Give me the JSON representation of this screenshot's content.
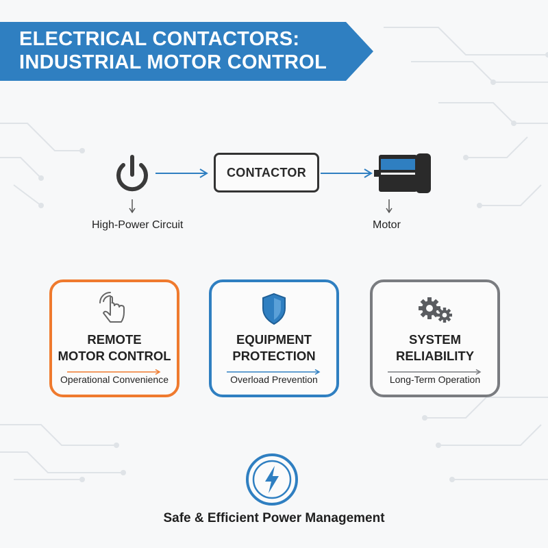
{
  "header": {
    "title": "ELECTRICAL CONTACTORS:\nINDUSTRIAL MOTOR CONTROL",
    "banner_color": "#2f7fc1"
  },
  "flow": {
    "source_label": "High-Power Circuit",
    "contactor_label": "CONTACTOR",
    "motor_label": "Motor",
    "arrow_color": "#2f7fc1"
  },
  "cards": [
    {
      "title": "REMOTE\nMOTOR CONTROL",
      "subtitle": "Operational Convenience",
      "icon": "touch-hand-icon",
      "color": "#ef7a2e"
    },
    {
      "title": "EQUIPMENT\nPROTECTION",
      "subtitle": "Overload Prevention",
      "icon": "shield-icon",
      "color": "#2f7fc1"
    },
    {
      "title": "SYSTEM\nRELIABILITY",
      "subtitle": "Long-Term Operation",
      "icon": "gears-icon",
      "color": "#7a7c80"
    }
  ],
  "footer": {
    "text": "Safe & Efficient Power Management",
    "icon": "lightning-icon"
  }
}
